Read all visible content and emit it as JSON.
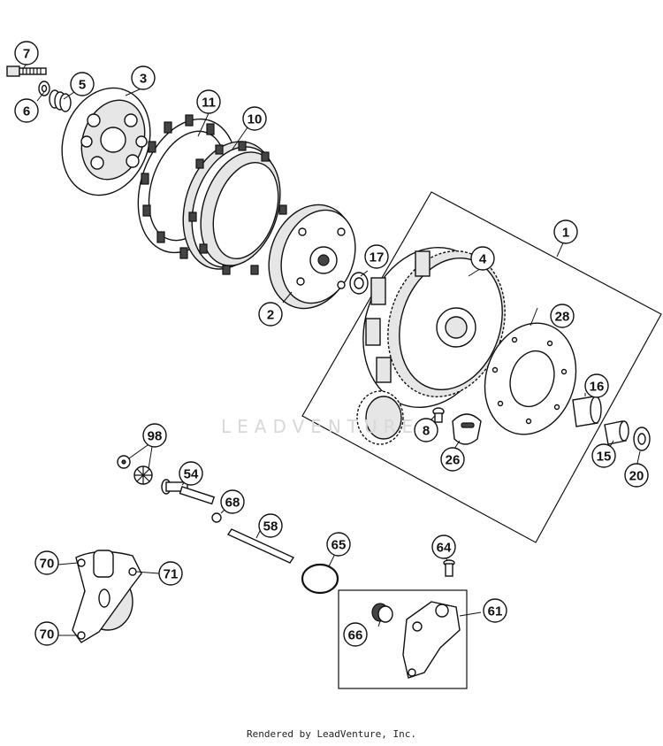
{
  "footer": "Rendered by LeadVenture, Inc.",
  "watermark": "LEADVENTURE",
  "callouts": {
    "c1": "1",
    "c2": "2",
    "c3": "3",
    "c4": "4",
    "c5": "5",
    "c6": "6",
    "c7": "7",
    "c8": "8",
    "c10": "10",
    "c11": "11",
    "c15": "15",
    "c16": "16",
    "c17": "17",
    "c20": "20",
    "c26": "26",
    "c28": "28",
    "c54": "54",
    "c58": "58",
    "c61": "61",
    "c64": "64",
    "c65": "65",
    "c66": "66",
    "c68": "68",
    "c70a": "70",
    "c70b": "70",
    "c71": "71",
    "c98": "98"
  }
}
